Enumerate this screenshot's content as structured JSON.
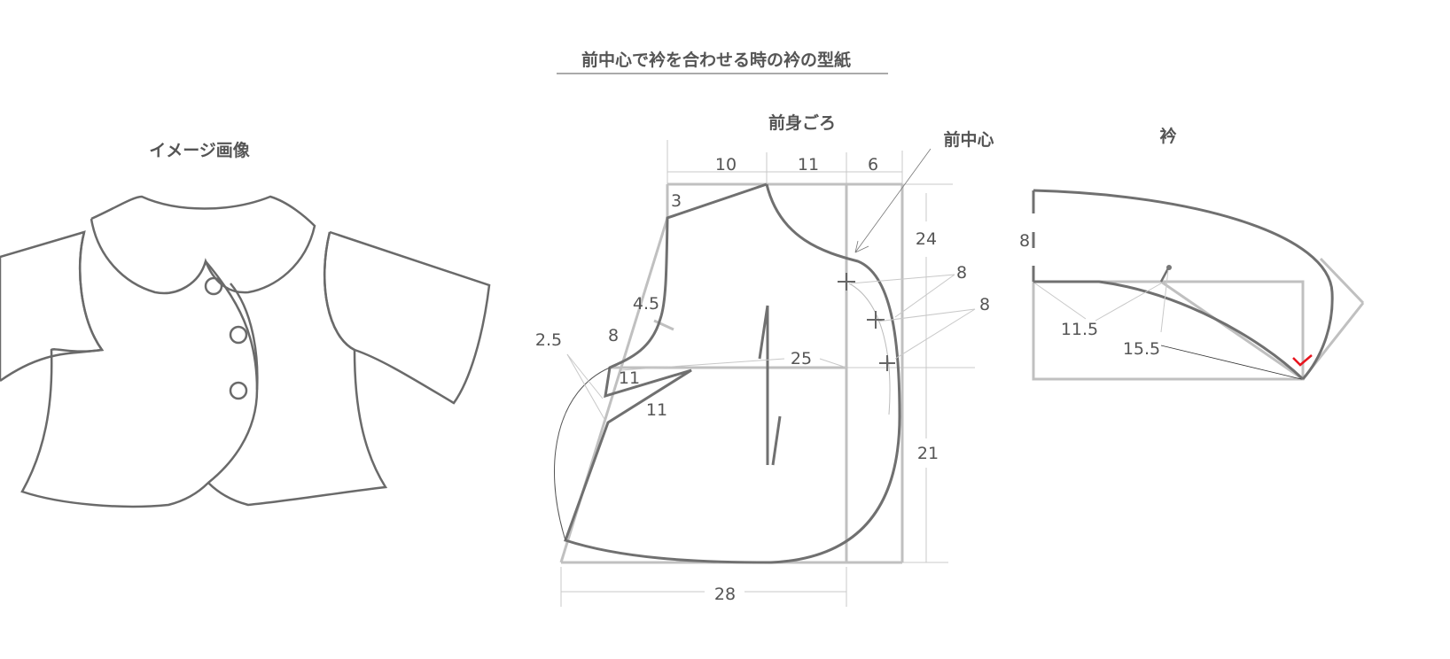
{
  "title": "前中心で衿を合わせる時の衿の型紙",
  "image_section": {
    "label": "イメージ画像"
  },
  "front_bodice": {
    "label": "前身ごろ",
    "center_front_label": "前中心",
    "dimensions": {
      "top_width_1": "10",
      "top_width_2": "11",
      "top_width_3": "6",
      "shoulder_drop": "3",
      "height_upper": "24",
      "height_lower": "21",
      "neck_curve_1": "8",
      "neck_curve_2": "8",
      "armhole_depth": "4.5",
      "armhole_line": "8",
      "dart_offset": "2.5",
      "bust_line": "25",
      "dart_upper": "11",
      "dart_lower": "11",
      "hem_width": "28"
    }
  },
  "collar": {
    "label": "衿",
    "dimensions": {
      "width": "8",
      "neck_line": "11.5",
      "outer_line": "15.5"
    },
    "mark_color": "#e8141e"
  }
}
